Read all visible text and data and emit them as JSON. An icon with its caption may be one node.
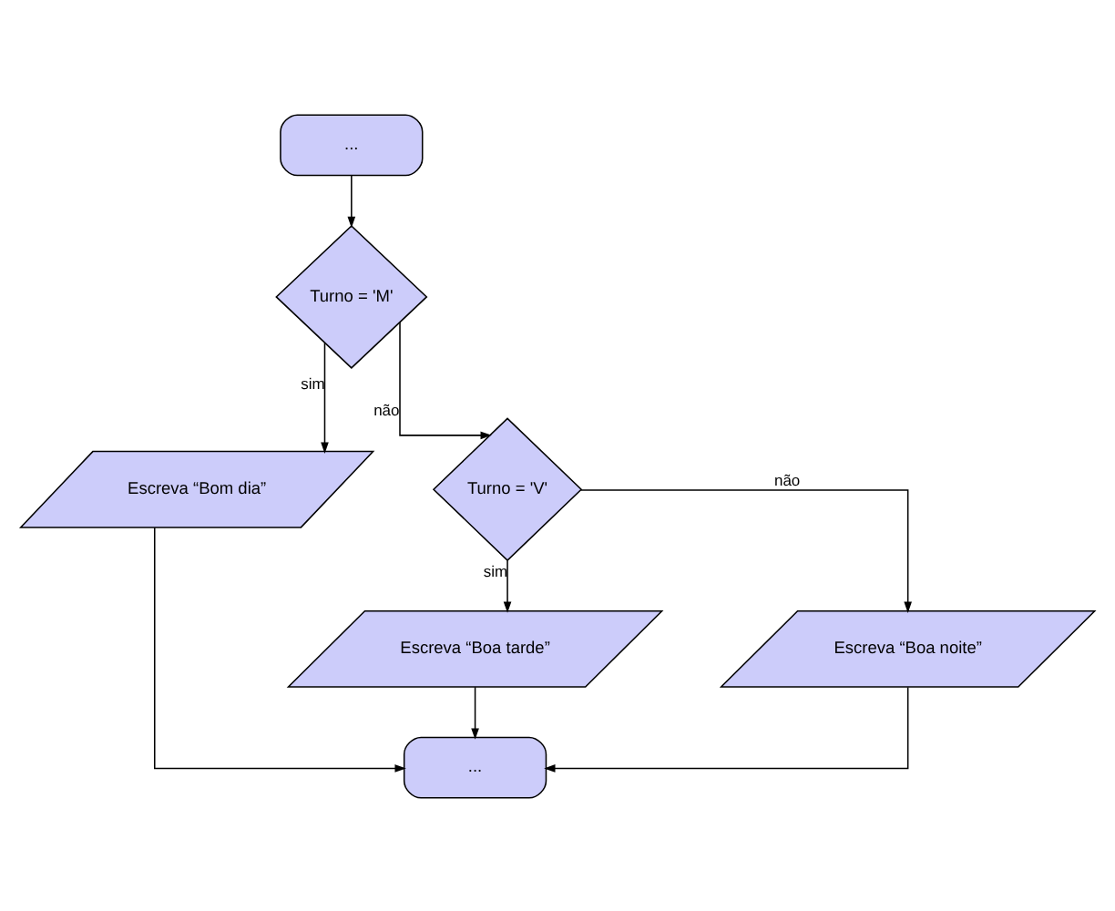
{
  "diagram": {
    "nodes": [
      {
        "text": [
          "..."
        ]
      },
      {
        "text": [
          "Turno = 'M'"
        ]
      },
      {
        "text": [
          "Escreva “Bom dia”"
        ]
      },
      {
        "text": [
          "Turno = 'V'"
        ]
      },
      {
        "text": [
          "Escreva “Boa tarde”"
        ]
      },
      {
        "text": [
          "Escreva “Boa noite”"
        ]
      },
      {
        "text": [
          "..."
        ]
      }
    ],
    "edges": [
      {
        "from": 0,
        "to": 1,
        "arrow": "to"
      },
      {
        "from": 1,
        "to": 2,
        "arrow": "to",
        "label": "sim"
      },
      {
        "from": 1,
        "to": 3,
        "arrow": "to",
        "label": "não"
      },
      {
        "from": 3,
        "to": 4,
        "arrow": "to",
        "label": "sim"
      },
      {
        "from": 3,
        "to": 5,
        "arrow": "to",
        "label": "não"
      },
      {
        "from": 2,
        "to": 6,
        "arrow": "to"
      },
      {
        "from": 4,
        "to": 6,
        "arrow": "to"
      },
      {
        "from": 5,
        "to": 6,
        "arrow": "to"
      }
    ]
  }
}
